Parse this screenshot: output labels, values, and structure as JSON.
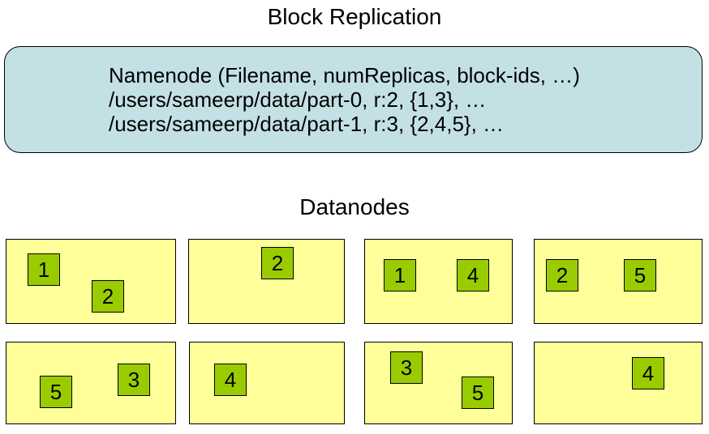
{
  "title": "Block Replication",
  "namenode": {
    "lines": [
      "Namenode (Filename, numReplicas, block-ids, …)",
      "/users/sameerp/data/part-0, r:2, {1,3}, …",
      "/users/sameerp/data/part-1, r:3, {2,4,5}, …"
    ]
  },
  "datanodes_label": "Datanodes",
  "colors": {
    "namenode_bg": "#c3e0e5",
    "datanode_bg": "#ffff99",
    "block_bg": "#99cc00",
    "border": "#000000"
  },
  "datanodes": [
    {
      "blocks": [
        {
          "id": "1"
        },
        {
          "id": "2"
        }
      ]
    },
    {
      "blocks": [
        {
          "id": "2"
        }
      ]
    },
    {
      "blocks": [
        {
          "id": "1"
        },
        {
          "id": "4"
        }
      ]
    },
    {
      "blocks": [
        {
          "id": "2"
        },
        {
          "id": "5"
        }
      ]
    },
    {
      "blocks": [
        {
          "id": "5"
        },
        {
          "id": "3"
        }
      ]
    },
    {
      "blocks": [
        {
          "id": "4"
        }
      ]
    },
    {
      "blocks": [
        {
          "id": "3"
        },
        {
          "id": "5"
        }
      ]
    },
    {
      "blocks": [
        {
          "id": "4"
        }
      ]
    }
  ]
}
